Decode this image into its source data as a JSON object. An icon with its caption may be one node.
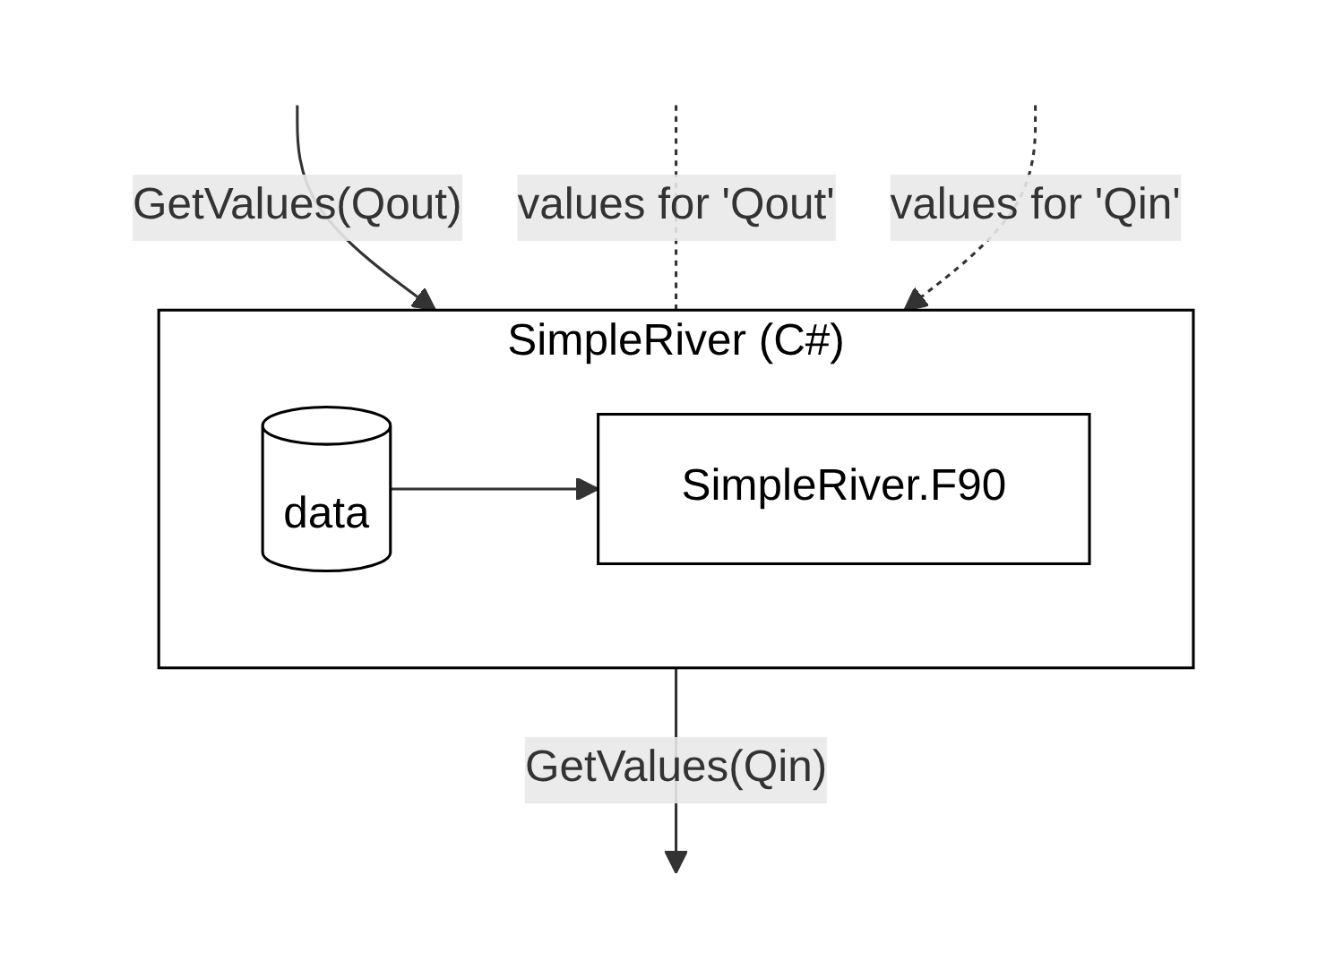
{
  "diagram": {
    "nodes": [
      {
        "text": [
          "SimpleRiver (C#)"
        ]
      },
      {
        "text": [
          "SimpleRiver.F90"
        ],
        "in": 0
      },
      {
        "text": [
          "data"
        ],
        "in": 0
      }
    ],
    "edges": [
      {
        "from": 2,
        "to": 1,
        "arrow": "to"
      },
      {
        "from": null,
        "to": 0,
        "arrow": "to",
        "label": "GetValues(Qout)"
      },
      {
        "from": null,
        "to": 0,
        "arrow": "none",
        "style": "dashed",
        "label": "values for 'Qout'"
      },
      {
        "from": 0,
        "to": null,
        "arrow": "to",
        "label": "GetValues(Qin)"
      },
      {
        "from": null,
        "to": 0,
        "arrow": "to",
        "style": "dashed",
        "label": "values for 'Qin'"
      }
    ]
  }
}
